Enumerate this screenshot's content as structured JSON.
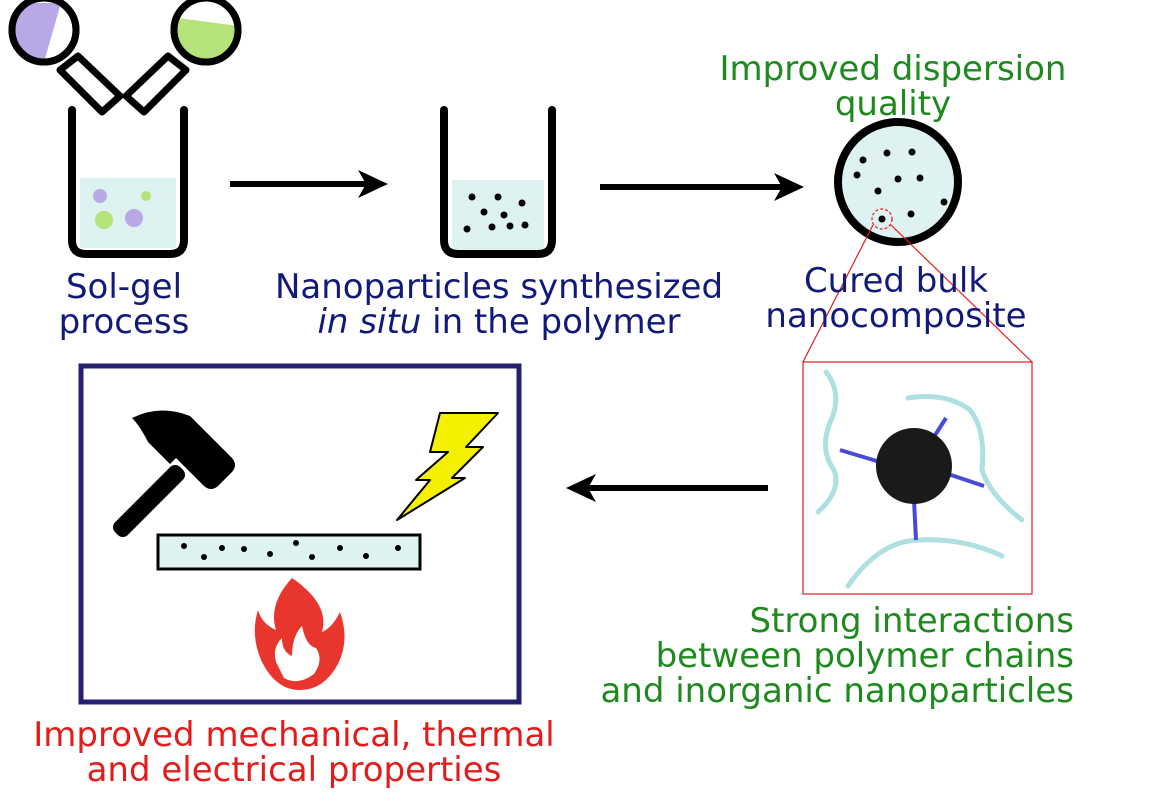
{
  "labels": {
    "solgel_line1": "Sol-gel",
    "solgel_line2": "process",
    "insitu_line1": "Nanoparticles synthesized",
    "insitu_italic": "in situ",
    "insitu_rest": " in the polymer",
    "dispersion_line1": "Improved dispersion",
    "dispersion_line2": "quality",
    "cured_line1": "Cured bulk",
    "cured_line2": "nanocomposite",
    "interactions_line1": "Strong interactions",
    "interactions_line2": "between polymer chains",
    "interactions_line3": "and inorganic nanoparticles",
    "properties_line1": "Improved mechanical, thermal",
    "properties_line2": "and electrical properties"
  },
  "icons": [
    "flask-purple-icon",
    "flask-green-icon",
    "beaker-sol-icon",
    "beaker-particles-icon",
    "nanocomposite-disk-icon",
    "zoom-chain-icon",
    "hammer-icon",
    "lightning-icon",
    "flame-icon",
    "composite-bar-icon"
  ],
  "colors": {
    "navy": "#111a78",
    "green": "#1e8a1e",
    "red": "#e31b1b",
    "solution": "#dff2f2",
    "purple": "#b8a8e6",
    "lime": "#b6e27a",
    "chain": "#aee0e2",
    "linker": "#4a4ad8",
    "bolt": "#f5f000",
    "zoom": "#e31b1b"
  }
}
